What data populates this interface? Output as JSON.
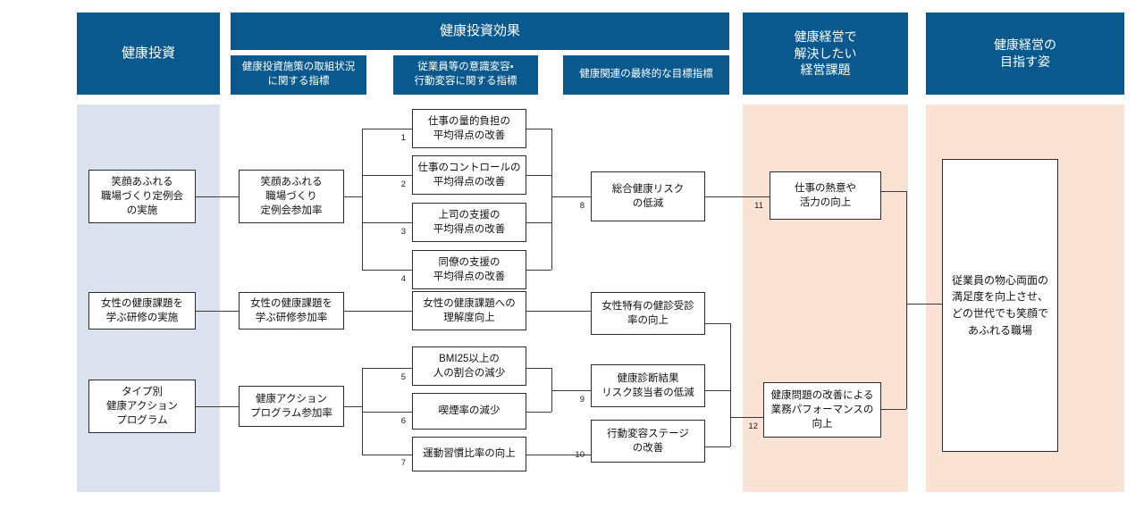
{
  "meta": {
    "title": "健康経営戦略マップ",
    "colors": {
      "header_blue": "#09598f",
      "band_blue": "#dce1ef",
      "band_peach": "#fae2d5",
      "line": "#3a3a3a",
      "box_border": "#2b2b2b",
      "text": "#111111",
      "header_text": "#ffffff"
    }
  },
  "headers": {
    "investment": "健康投資",
    "effect": "健康投資効果",
    "effect_sub_1": "健康投資施策の取組状況\nに関する指標",
    "effect_sub_1_l1": "健康投資施策の取組状況",
    "effect_sub_1_l2": "に関する指標",
    "effect_sub_2_l1": "従業員等の意識変容・",
    "effect_sub_2_l2": "行動変容に関する指標",
    "effect_sub_3": "健康関連の最終的な目標指標",
    "issues_l1": "健康経営で",
    "issues_l2": "解決したい",
    "issues_l3": "経営課題",
    "vision_l1": "健康経営の",
    "vision_l2": "目指す姿"
  },
  "investments": [
    {
      "id": "inv-1",
      "lines": [
        "笑顔あふれる",
        "職場づくり定例会",
        "の実施"
      ]
    },
    {
      "id": "inv-2",
      "lines": [
        "女性の健康課題を",
        "学ぶ研修の実施"
      ]
    },
    {
      "id": "inv-3",
      "lines": [
        "タイプ別",
        "健康アクション",
        "プログラム"
      ]
    }
  ],
  "participation": [
    {
      "id": "part-1",
      "lines": [
        "笑顔あふれる",
        "職場づくり",
        "定例会参加率"
      ]
    },
    {
      "id": "part-2",
      "lines": [
        "女性の健康課題を",
        "学ぶ研修参加率"
      ]
    },
    {
      "id": "part-3",
      "lines": [
        "健康アクション",
        "プログラム参加率"
      ]
    }
  ],
  "behavior": [
    {
      "id": "beh-1",
      "num": "1",
      "lines": [
        "仕事の量的負担の",
        "平均得点の改善"
      ]
    },
    {
      "id": "beh-2",
      "num": "2",
      "lines": [
        "仕事のコントロールの",
        "平均得点の改善"
      ]
    },
    {
      "id": "beh-3",
      "num": "3",
      "lines": [
        "上司の支援の",
        "平均得点の改善"
      ]
    },
    {
      "id": "beh-4",
      "num": "4",
      "lines": [
        "同僚の支援の",
        "平均得点の改善"
      ]
    },
    {
      "id": "beh-5",
      "num": "",
      "lines": [
        "女性の健康課題への",
        "理解度向上"
      ]
    },
    {
      "id": "beh-6",
      "num": "5",
      "lines": [
        "BMI25以上の",
        "人の割合の減少"
      ]
    },
    {
      "id": "beh-7",
      "num": "6",
      "lines": [
        "喫煙率の減少"
      ]
    },
    {
      "id": "beh-8",
      "num": "7",
      "lines": [
        "運動習慣比率の向上"
      ]
    }
  ],
  "targets": [
    {
      "id": "tgt-1",
      "num": "8",
      "lines": [
        "総合健康リスク",
        "の低減"
      ]
    },
    {
      "id": "tgt-2",
      "num": "",
      "lines": [
        "女性特有の健診受診",
        "率の向上"
      ]
    },
    {
      "id": "tgt-3",
      "num": "9",
      "lines": [
        "健康診断結果",
        "リスク該当者の低減"
      ]
    },
    {
      "id": "tgt-4",
      "num": "10",
      "lines": [
        "行動変容ステージ",
        "の改善"
      ]
    }
  ],
  "issues": [
    {
      "id": "iss-1",
      "num": "11",
      "lines": [
        "仕事の熱意や",
        "活力の向上"
      ]
    },
    {
      "id": "iss-2",
      "num": "12",
      "lines": [
        "健康問題の改善による",
        "業務パフォーマンスの",
        "向上"
      ]
    }
  ],
  "vision": {
    "id": "vision-box",
    "lines": [
      "従業員の物心両面の",
      "満足度を向上させ、",
      "どの世代でも笑顔で",
      "あふれる職場"
    ]
  }
}
